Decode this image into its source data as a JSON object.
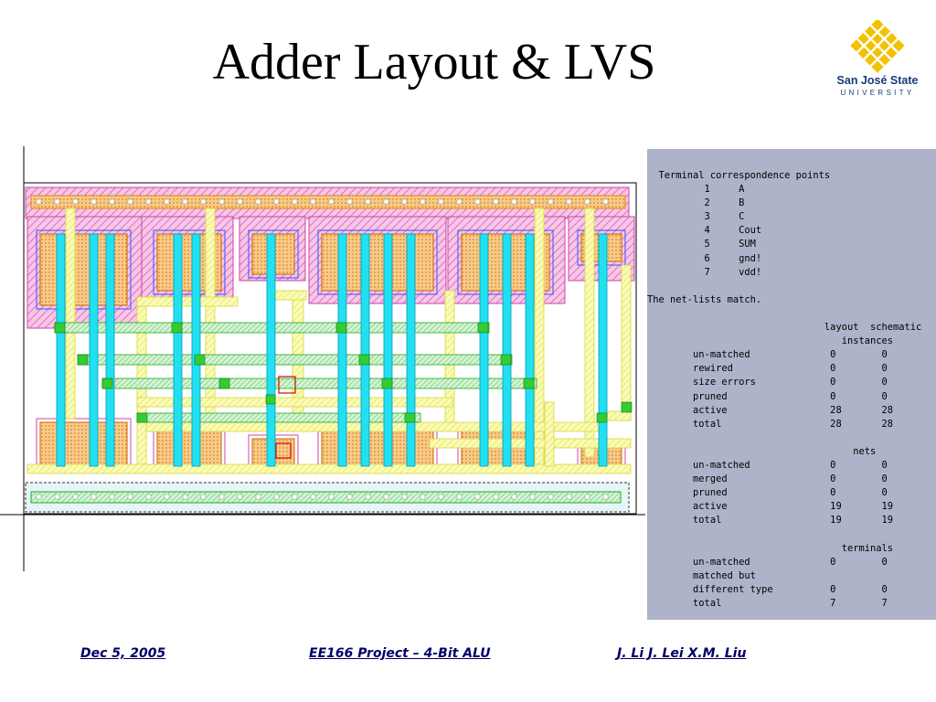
{
  "slide": {
    "title": "Adder Layout & LVS",
    "logo": {
      "wordmark": "San José State",
      "subtitle": "UNIVERSITY",
      "icon": "sjsu-diamond-logo-icon",
      "color": "#f2c200"
    }
  },
  "lvs_report": {
    "text": "  Terminal correspondence points\n          1     A\n          2     B\n          3     C\n          4     Cout\n          5     SUM\n          6     gnd!\n          7     vdd!\n\nThe net-lists match.\n\n                               layout  schematic\n                                  instances\n        un-matched              0        0\n        rewired                 0        0\n        size errors             0        0\n        pruned                  0        0\n        active                  28       28\n        total                   28       28\n\n                                    nets\n        un-matched              0        0\n        merged                  0        0\n        pruned                  0        0\n        active                  19       19\n        total                   19       19\n\n                                  terminals\n        un-matched              0        0\n        matched but\n        different type          0        0\n        total                   7        7"
  },
  "footer": {
    "date": "Dec 5, 2005",
    "project": "EE166 Project – 4-Bit ALU",
    "authors": "J. Li  J. Lei  X.M. Liu"
  },
  "colors": {
    "poly": "#ff00ff",
    "metal1": "#00e5ff",
    "metal2": "#ffff66",
    "active": "#ff9900",
    "contact": "#33cc33",
    "footer_text": "#000066",
    "panel_bg": "#aeb3c9"
  }
}
